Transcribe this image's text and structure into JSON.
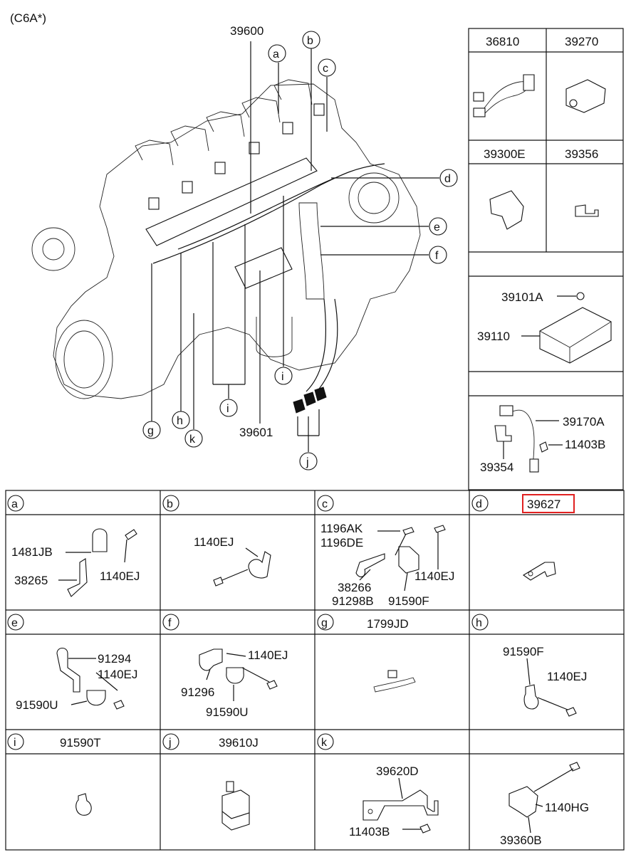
{
  "header": {
    "model": "(C6A*)"
  },
  "main_labels": {
    "p39600": "39600",
    "p39601": "39601"
  },
  "callouts": [
    "a",
    "b",
    "c",
    "d",
    "e",
    "f",
    "g",
    "h",
    "i",
    "j",
    "k"
  ],
  "right_panel": {
    "r1": [
      "36810",
      "39270"
    ],
    "r2": [
      "39300E",
      "39356"
    ],
    "r3": [
      "39101A",
      "39110"
    ],
    "r4": [
      "39170A",
      "11403B",
      "39354"
    ]
  },
  "grid": {
    "a": {
      "letter": "a",
      "header": "",
      "parts": [
        "1481JB",
        "38265",
        "1140EJ"
      ]
    },
    "b": {
      "letter": "b",
      "header": "",
      "parts": [
        "1140EJ"
      ]
    },
    "c": {
      "letter": "c",
      "header": "",
      "parts": [
        "1196AK",
        "1196DE",
        "38266",
        "91298B",
        "91590F",
        "1140EJ"
      ]
    },
    "d": {
      "letter": "d",
      "header": "39627",
      "parts": []
    },
    "e": {
      "letter": "e",
      "header": "",
      "parts": [
        "91294",
        "1140EJ",
        "91590U"
      ]
    },
    "f": {
      "letter": "f",
      "header": "",
      "parts": [
        "1140EJ",
        "91296",
        "91590U"
      ]
    },
    "g": {
      "letter": "g",
      "header": "1799JD",
      "parts": []
    },
    "h": {
      "letter": "h",
      "header": "",
      "parts": [
        "91590F",
        "1140EJ"
      ]
    },
    "i": {
      "letter": "i",
      "header": "91590T",
      "parts": []
    },
    "j": {
      "letter": "j",
      "header": "39610J",
      "parts": []
    },
    "k": {
      "letter": "k",
      "header": "",
      "parts": [
        "39620D",
        "11403B"
      ]
    },
    "l": {
      "letter": "",
      "header": "",
      "parts": [
        "1140HG",
        "39360B"
      ]
    }
  },
  "colors": {
    "highlight": "#e02020",
    "line": "#111111"
  }
}
